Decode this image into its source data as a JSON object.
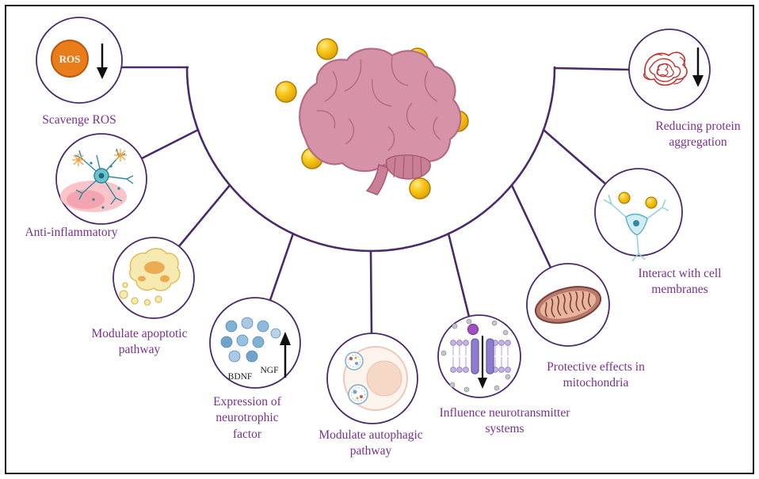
{
  "frame": {
    "background": "#ffffff",
    "border_color": "#141414"
  },
  "colors": {
    "connector": "#4a2a6a",
    "node_outline": "#4a2a6a",
    "label_text": "#7a2f8f",
    "nanoparticle_gold": "#f7c817",
    "brain_pink": "#d693a7",
    "ros_ball_orange": "#e87d1a",
    "protein_tangle_red": "#c23030",
    "membrane_purple": "#8d7ccc",
    "mitochondria_brown": "#b97a6e"
  },
  "center": {
    "description": "Brain surrounded by gold nanoparticles"
  },
  "nodes": [
    {
      "label": "Scavenge ROS",
      "icon": "ros-ball-down-arrow",
      "icon_text": "ROS",
      "trend": "down"
    },
    {
      "label": "Anti-inflammatory",
      "icon": "inflamed-neuron"
    },
    {
      "label": "Modulate apoptotic pathway",
      "icon": "apoptotic-cell"
    },
    {
      "label": "Expression of neurotrophic factor",
      "icon": "neurotrophic-dots-up-arrow",
      "icon_labels": [
        "BDNF",
        "NGF"
      ],
      "trend": "up"
    },
    {
      "label": "Modulate autophagic pathway",
      "icon": "autophagic-cell"
    },
    {
      "label": "Influence neurotransmitter systems",
      "icon": "membrane-channel-down-arrow",
      "trend": "down"
    },
    {
      "label": "Protective effects in mitochondria",
      "icon": "mitochondria"
    },
    {
      "label": "Interact with cell membranes",
      "icon": "neuron-with-nanoparticles"
    },
    {
      "label": "Reducing protein aggregation",
      "icon": "protein-tangle-down-arrow",
      "trend": "down"
    }
  ]
}
